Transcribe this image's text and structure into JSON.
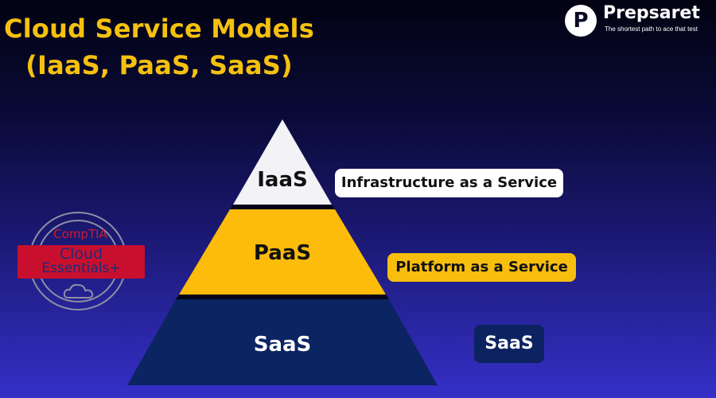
{
  "title": {
    "line1": "Cloud Service Models",
    "line2": "(IaaS, PaaS, SaaS)"
  },
  "brand": {
    "logo_letter": "P",
    "name": "Prepsaret",
    "tagline": "The shortest path to ace that test"
  },
  "pyramid": {
    "tiers": [
      {
        "label": "IaaS",
        "color": "#f2f2f7"
      },
      {
        "label": "PaaS",
        "color": "#fdbb0c"
      },
      {
        "label": "SaaS",
        "color": "#0b2462"
      }
    ]
  },
  "callouts": {
    "iaas": "Infrastructure as a Service",
    "paas": "Platform as a Service",
    "saas": "SaaS"
  },
  "badge": {
    "vendor": "CompTIA",
    "line1": "Cloud",
    "line2": "Essentials+"
  },
  "colors": {
    "title": "#f5c10e",
    "accent_red": "#c8102e"
  }
}
